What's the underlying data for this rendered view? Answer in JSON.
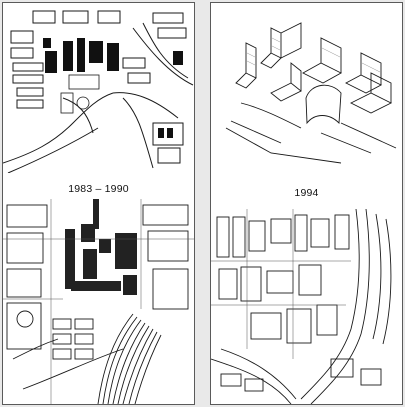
{
  "panels": {
    "left": {
      "label": "1983 – 1990",
      "top_plan": "urban-plan-1983",
      "bottom_plan": "urban-plan-1990"
    },
    "right": {
      "label": "1994",
      "top_view": "axonometric-view-1994",
      "bottom_plan": "urban-plan-1994"
    }
  },
  "colors": {
    "ink": "#1a1a1a",
    "paper": "#ffffff",
    "background": "#e9e9e9"
  }
}
